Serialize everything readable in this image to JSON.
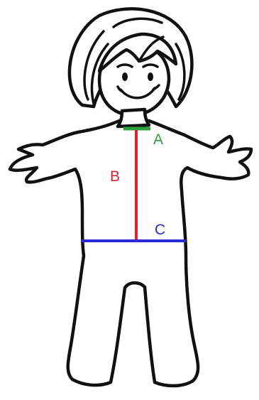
{
  "measurements": [
    {
      "id": "a",
      "label": "A",
      "color": "#2e9e3e"
    },
    {
      "id": "b",
      "label": "B",
      "color": "#e0202a"
    },
    {
      "id": "c",
      "label": "C",
      "color": "#2a2ad6"
    }
  ]
}
